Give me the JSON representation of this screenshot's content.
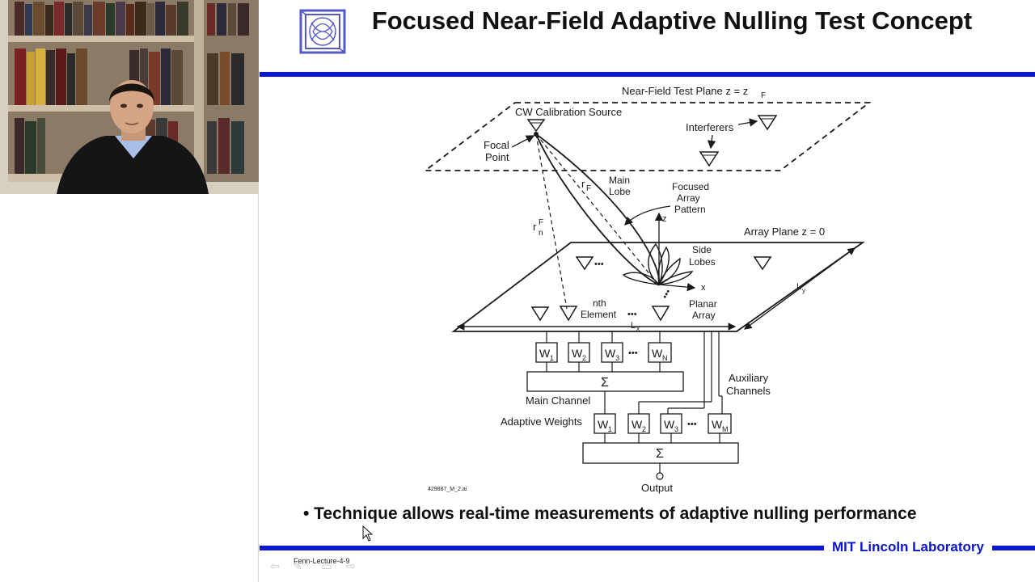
{
  "slide": {
    "title": "Focused Near-Field Adaptive Nulling Test Concept",
    "bullet": "• Technique allows real-time measurements of adaptive nulling performance",
    "footer_lab": "MIT Lincoln Laboratory",
    "lecture_id": "Fenn-Lecture-4-9",
    "figure_id": "429887_M_2.ai"
  },
  "diagram": {
    "near_field_plane": "Near-Field Test Plane z = z",
    "near_field_sub": "F",
    "cw_source": "CW Calibration Source",
    "interferers": "Interferers",
    "focal_point_1": "Focal",
    "focal_point_2": "Point",
    "rf": "r",
    "rf_sub": "F",
    "rn": "r",
    "rn_sup": "F",
    "rn_sub": "n",
    "main_lobe_1": "Main",
    "main_lobe_2": "Lobe",
    "focused_1": "Focused",
    "focused_2": "Array",
    "focused_3": "Pattern",
    "z_axis": "z",
    "x_axis": "x",
    "array_plane": "Array Plane z = 0",
    "side_lobes_1": "Side",
    "side_lobes_2": "Lobes",
    "nth_1": "nth",
    "nth_2": "Element",
    "planar_1": "Planar",
    "planar_2": "Array",
    "lx": "L",
    "lx_sub": "x",
    "ly": "L",
    "ly_sub": "y",
    "weights_top": [
      "W",
      "W",
      "W",
      "W"
    ],
    "weights_top_sub": [
      "1",
      "2",
      "3",
      "N"
    ],
    "sum": "Σ",
    "main_channel": "Main Channel",
    "aux_1": "Auxiliary",
    "aux_2": "Channels",
    "adaptive_weights": "Adaptive Weights",
    "weights_bottom": [
      "W",
      "W",
      "W",
      "W"
    ],
    "weights_bottom_sub": [
      "1",
      "2",
      "3",
      "M"
    ],
    "output": "Output",
    "ellipsis": "•••"
  }
}
